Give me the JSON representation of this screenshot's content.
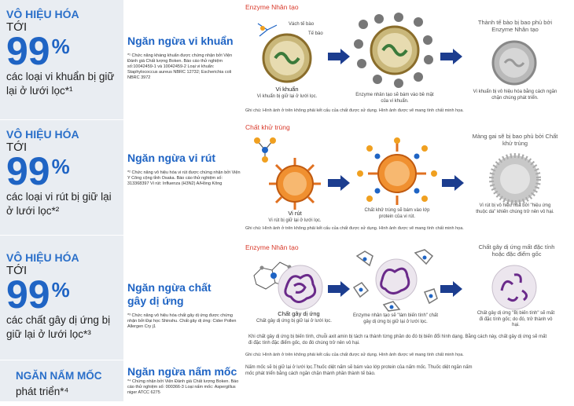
{
  "sections": [
    {
      "left": {
        "heading": "VÔ HIỆU HÓA",
        "toi": "TỚI",
        "number": "99",
        "percent": "%",
        "desc": "các loại vi khuẩn bị giữ lại ở lưới lọc*¹"
      },
      "mid": {
        "title": "Ngăn ngừa vi khuẩn",
        "note": "*¹ Chức năng kháng khuẩn được chứng nhận bởi Viện Đánh giá Chất lượng Boken. Báo cáo thử nghiệm số:10042459-1 và 10042459-2 Loại vi khuẩn: Staphylococcus aureus NBRC 12732; Escherichia coli NBRC 3972"
      },
      "right": {
        "agent_label": "Enzyme Nhân tạo",
        "cell_wall": "Vách tế bào",
        "cell": "Tế bào",
        "s1_name": "Vi khuẩn",
        "s1_cap": "Vi khuẩn bị giữ lại ở lưới lọc.",
        "s2_cap": "Enzyme nhân tạo sẽ bám vào bề mặt của vi khuẩn.",
        "s3_title": "Thành tế bào bị bao phủ bởi Enzyme Nhân tạo",
        "s3_cap": "Vi khuẩn bị vô hiệu hóa bằng cách ngăn chặn chúng phát triển.",
        "footnote": "Ghi chú: Hình ảnh ở trên không phải kết cấu của chất được sử dụng. Hình ảnh được vẽ mang tính chất minh họa."
      }
    },
    {
      "left": {
        "heading": "VÔ HIỆU HÓA",
        "toi": "TỚI",
        "number": "99",
        "percent": "%",
        "desc": "các loại vi rút bị giữ lại ở lưới lọc*²"
      },
      "mid": {
        "title": "Ngăn ngừa vi rút",
        "note": "*² Chức năng vô hiệu hóa vi rút được chứng nhận bởi Viện Y Công cộng tỉnh Osaka. Báo cáo thử nghiệm số: 313368397 Vi rút: Influenza (H3N2) A/Hồng Kông"
      },
      "right": {
        "agent_label": "Chất khử trùng",
        "s1_name": "Vi rút",
        "s1_cap": "Vi rút bị giữ lại ở lưới lọc.",
        "s2_cap": "Chất khử trùng sẽ bám vào lớp protein của vi rút.",
        "s3_title": "Màng gai sẽ bị bao phủ bởi Chất khử trùng",
        "s3_cap": "Vi rút bị vô hiệu hóa bởi \"hiệu ứng thuộc da\" khiến chúng trở nên vô hại.",
        "footnote": "Ghi chú: Hình ảnh ở trên không phải kết cấu của chất được sử dụng. Hình ảnh được vẽ mang tính chất minh họa."
      }
    },
    {
      "left": {
        "heading": "VÔ HIỆU HÓA",
        "toi": "TỚI",
        "number": "99",
        "percent": "%",
        "desc": "các chất gây dị ứng bị giữ lại ở lưới lọc*³"
      },
      "mid": {
        "title": "Ngăn ngừa chất gây dị ứng",
        "note": "*³ Chức năng vô hiệu hóa chất gây dị ứng được chứng nhận bởi Đại học Shinshu. Chất gây dị ứng: Cider Pollen Allergen Cry j1"
      },
      "right": {
        "agent_label": "Enzyme Nhân tạo",
        "s1_name": "Chất gây dị ứng",
        "s1_cap": "Chất gây dị ứng bị giữ lại ở lưới lọc.",
        "s2_cap": "Enzyme nhân tạo sẽ \"làm biến tính\" chất gây dị ứng bị giữ lại ở lưới lọc.",
        "s3_title": "Chất gây dị ứng mất đặc tính hoặc đặc điểm gốc",
        "s3_cap": "Chất gây dị ứng \"Bị biến tính\" sẽ mất đi đặc tính gốc; do đó, trở thành vô hại.",
        "extra": "Khi chất gây dị ứng bị biến tính, chuỗi axit amin bị tách ra thành từng phần do đó bị biến đổi hình dạng. Bằng cách này, chất gây dị ứng sẽ mất đi đặc tính đặc điểm gốc, do đó chúng trở nên vô hại.",
        "footnote": "Ghi chú: Hình ảnh ở trên không phải kết cấu của chất được sử dụng. Hình ảnh được vẽ mang tính chất minh họa."
      }
    },
    {
      "left": {
        "heading": "NGĂN NẤM MỐC",
        "desc": "phát triển*⁴"
      },
      "mid": {
        "title": "Ngăn ngừa nấm mốc",
        "note": "*⁴ Chứng nhận bởi Viện Đánh giá Chất lượng Boken. Báo cáo thử nghiệm số: 000366-3 Loại nấm mốc: Aspergillus niger ATCC 6275"
      },
      "right": {
        "text": "Nấm mốc sẽ bị giữ lại ở lưới lọc.Thuốc diệt nấm sẽ bám vào lớp protein của nấm mốc. Thuốc diệt ngăn nấm mốc phát triển bằng cách ngăn chặn thành phần thành tế bào."
      }
    }
  ],
  "colors": {
    "blue": "#1f64c4",
    "red": "#d93a2b",
    "navy": "#1c3d8f",
    "panel": "#e9edf2"
  }
}
